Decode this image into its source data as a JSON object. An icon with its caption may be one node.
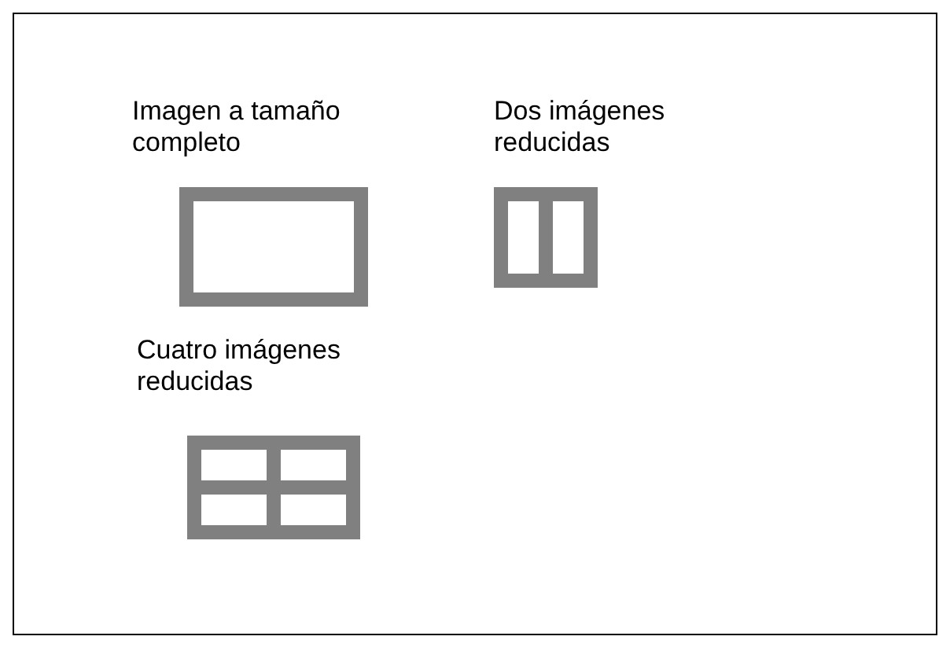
{
  "diagram": {
    "nodes": [
      {
        "text": [
          "Imagen a tamaño completo"
        ]
      },
      {
        "text": [
          "Dos imágenes reducidas"
        ]
      },
      {
        "text": [
          "Cuatro imágenes reducidas"
        ]
      }
    ]
  }
}
